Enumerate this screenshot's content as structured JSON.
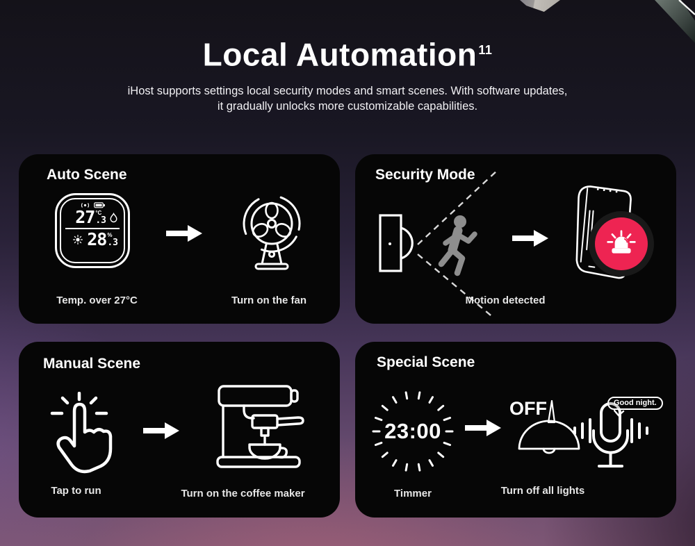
{
  "page": {
    "title": "Local Automation",
    "title_superscript": "11",
    "subtitle_line1": "iHost supports settings local security modes and smart scenes. With software updates,",
    "subtitle_line2": "it gradually unlocks more customizable capabilities."
  },
  "colors": {
    "alarm_red": "#ee2452",
    "card_background": "#060606",
    "person_gray": "#8e8e8e"
  },
  "icons": {
    "sensor": "temp-humidity-sensor-icon",
    "fan": "fan-icon",
    "arrow": "arrow-right-icon",
    "door_sensor": "door-sensor-icon",
    "person": "motion-person-icon",
    "hub": "ihost-device-icon",
    "siren": "alarm-siren-icon",
    "hand": "tap-finger-icon",
    "coffee": "coffee-maker-icon",
    "clock": "timer-clock-icon",
    "lamp": "pendant-lamp-icon",
    "microphone": "microphone-icon"
  },
  "cards": {
    "auto_scene": {
      "title": "Auto Scene",
      "trigger_label": "Temp. over 27°C",
      "action_label": "Turn on the fan",
      "sensor": {
        "temperature_int": "27",
        "temperature_dec": ".3",
        "temperature_unit": "°C",
        "humidity_int": "28",
        "humidity_dec": ".3",
        "humidity_unit": "%"
      }
    },
    "security_mode": {
      "title": "Security Mode",
      "event_label": "Motion detected"
    },
    "manual_scene": {
      "title": "Manual Scene",
      "trigger_label": "Tap to run",
      "action_label": "Turn on the coffee maker"
    },
    "special_scene": {
      "title": "Special Scene",
      "timer_time": "23:00",
      "lamp_state": "OFF",
      "voice_reply": "Good night.",
      "trigger_label": "Timmer",
      "action_label": "Turn off all lights"
    }
  }
}
